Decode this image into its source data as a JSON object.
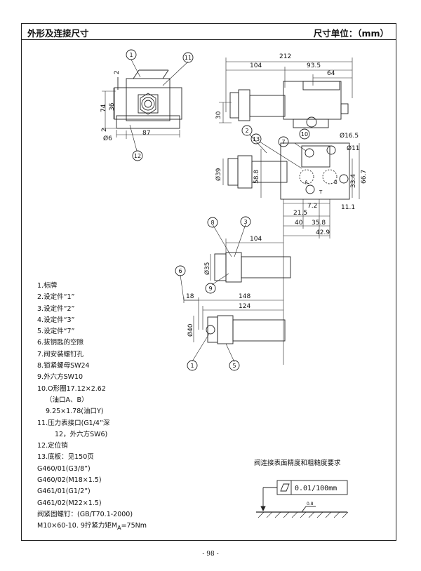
{
  "header": {
    "title": "外形及连接尺寸",
    "unit_label": "尺寸单位：（mm）"
  },
  "balloons": {
    "b1": "1",
    "b2": "2",
    "b3": "3",
    "b5": "5",
    "b6": "6",
    "b7": "7",
    "b8": "8",
    "b9": "9",
    "b10": "10",
    "b11": "11",
    "b12": "12",
    "b13": "13"
  },
  "dims": {
    "top_left": {
      "d2a": "2",
      "d74": "74",
      "d36": "36",
      "d2b": "2",
      "d6": "Ø6",
      "d87": "87"
    },
    "side": {
      "d212": "212",
      "d104": "104",
      "d93_5": "93.5",
      "d64": "64",
      "d30": "30"
    },
    "port": {
      "d16_5": "Ø16.5",
      "d11": "Ø11",
      "d39": "Ø39",
      "d58_8": "58.8",
      "d66_7": "66.7",
      "d33_4": "33.4",
      "d7_2": "7.2",
      "d21_5": "21.5",
      "d11_1": "11.1",
      "d40": "40",
      "d35_8": "35.8",
      "d42_9": "42.9",
      "portT": "T",
      "portA": "A",
      "portB": "B"
    },
    "mid": {
      "d104b": "104",
      "d35": "Ø35"
    },
    "bottom": {
      "d18": "18",
      "d148": "148",
      "d124": "124",
      "d40b": "Ø40"
    }
  },
  "legend": {
    "items": [
      "1.标牌",
      "2.设定件“1”",
      "3.设定件“2”",
      "4.设定件“3”",
      "5.设定件“7”",
      "6.拔钥匙的空隙",
      "7.阀安装螺钉孔",
      "8.锁紧螺母SW24",
      "9.外六方SW10",
      "10.O形圈17.12×2.62",
      "（油口A、B）",
      "9.25×1.78(油口Y)",
      "11.压力表接口(G1/4”深",
      "12，外六方SW6)",
      "12.定位销",
      "13.底板：见150页",
      "G460/01(G3/8”)",
      "G460/02(M18×1.5)",
      "G461/01(G1/2”)",
      "G461/02(M22×1.5)",
      "阀紧固螺钉：(GB/T70.1-2000)"
    ],
    "torque_prefix": "M10×60-10.  9拧紧力矩M",
    "torque_sub": "A",
    "torque_suffix": "=75Nm"
  },
  "flatness": {
    "title": "阀连接表面精度和粗糙度要求",
    "tolerance": "0.01/100mm",
    "roughness": "0.8"
  },
  "footer": {
    "page": "- 98 -"
  }
}
